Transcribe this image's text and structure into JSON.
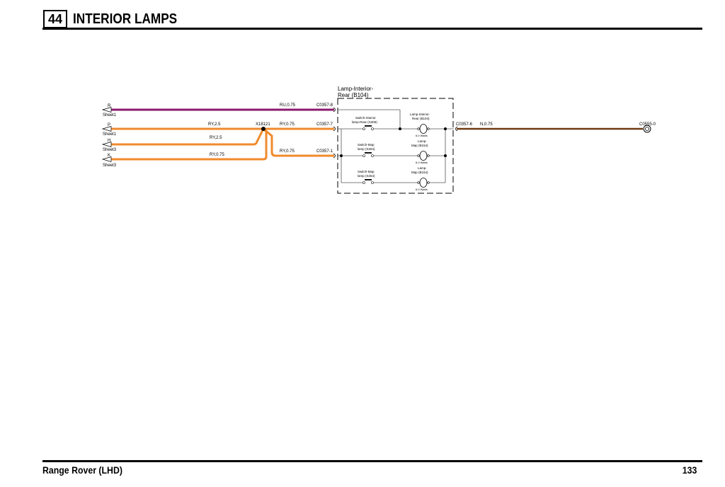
{
  "header": {
    "section_number": "44",
    "title": "INTERIOR LAMPS"
  },
  "footer": {
    "vehicle": "Range Rover (LHD)",
    "page_number": "133"
  },
  "colors": {
    "purple_wire": "#8b1a6e",
    "orange_wire": "#f08a2c",
    "brown_wire": "#6e3a12",
    "thin_line": "#555555"
  },
  "diagram": {
    "component": {
      "label_line1": "Lamp-Interior-",
      "label_line2": "Rear (B104)"
    },
    "inputs": [
      {
        "wire": "R",
        "sheet": "Sheet1"
      },
      {
        "wire": "P",
        "sheet": "Sheet1"
      },
      {
        "wire": "H",
        "sheet": "Sheet3"
      },
      {
        "wire": "K",
        "sheet": "Sheet3"
      }
    ],
    "wire_specs": {
      "ru075": "RU,0.75",
      "ry25_top": "RY,2.5",
      "ry25_mid": "RY,2.5",
      "ry075_k": "RY,0.75",
      "ry075_p": "RY,0.75",
      "ry075_low": "RY,0.75",
      "n075": "N,0.75"
    },
    "splice": "X18121",
    "connectors": {
      "c8": "C0357-8",
      "c7": "C0357-7",
      "c1": "C0357-1",
      "c6": "C0357-6",
      "ground": "C0555-0"
    },
    "switches": [
      {
        "line1": "Switch-Interior",
        "line2": "lamp-Rear (S305)"
      },
      {
        "line1": "Switch-Map",
        "line2": "lamp (S254)"
      },
      {
        "line1": "Switch-Map",
        "line2": "lamp (S254)"
      }
    ],
    "lamps": [
      {
        "line1": "Lamp-Interior-",
        "line2": "Rear (B104)",
        "watts": "6.0 Watts"
      },
      {
        "line1": "Lamp-",
        "line2": "Map (B154)",
        "watts": "6.0 Watts"
      },
      {
        "line1": "Lamp-",
        "line2": "Map (B154)",
        "watts": "6.0 Watts"
      }
    ]
  }
}
